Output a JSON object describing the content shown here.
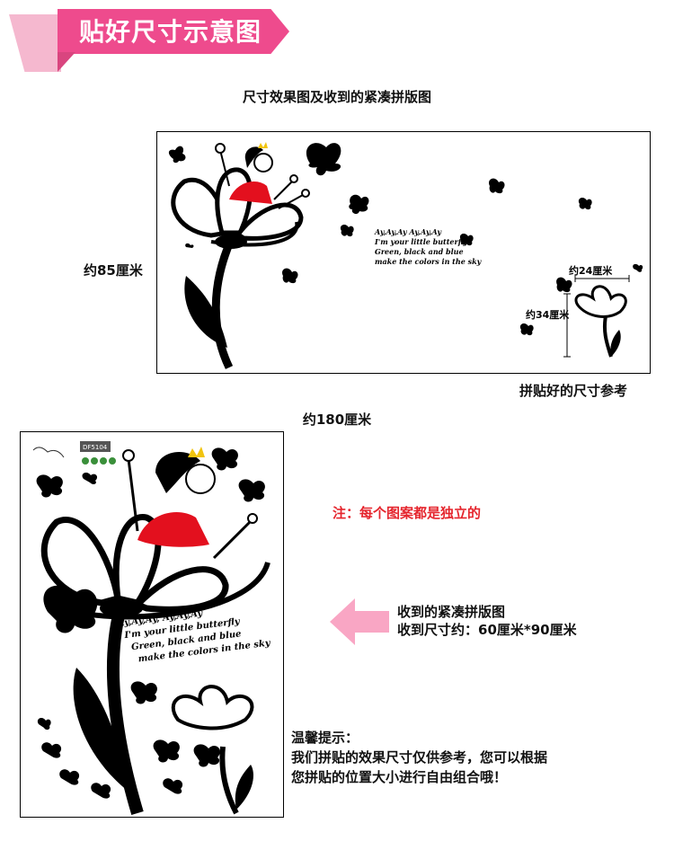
{
  "banner": {
    "title": "贴好尺寸示意图"
  },
  "subtitle": "尺寸效果图及收到的紧凑拼版图",
  "preview": {
    "height_label": "约85厘米",
    "width_label": "约180厘米",
    "reference_label": "拼贴好的尺寸参考",
    "small_width_label": "约24厘米",
    "small_height_label": "约34厘米",
    "poem": [
      "Ay,Ay,Ay Ay,Ay,Ay",
      "I'm your little butterfly",
      "Green, black and blue",
      "make the colors in the sky"
    ]
  },
  "sheet": {
    "product_code": "DF5104",
    "poem": [
      "Ay,Ay,Ay, Ay,Ay,Ay",
      "I'm your little butterfly",
      "Green, black and blue",
      "make the colors in the sky"
    ]
  },
  "note": "注：每个图案都是独立的",
  "received": {
    "line1": "收到的紧凑拼版图",
    "line2": "收到尺寸约：60厘米*90厘米"
  },
  "tips": {
    "title": "温馨提示：",
    "line1": "我们拼贴的效果尺寸仅供参考，您可以根据",
    "line2": "您拼贴的位置大小进行自由组合哦！"
  },
  "colors": {
    "banner": "#ee4b8d",
    "arrow": "#f9a6c4",
    "note": "#e5252d",
    "dress": "#e3101e"
  }
}
